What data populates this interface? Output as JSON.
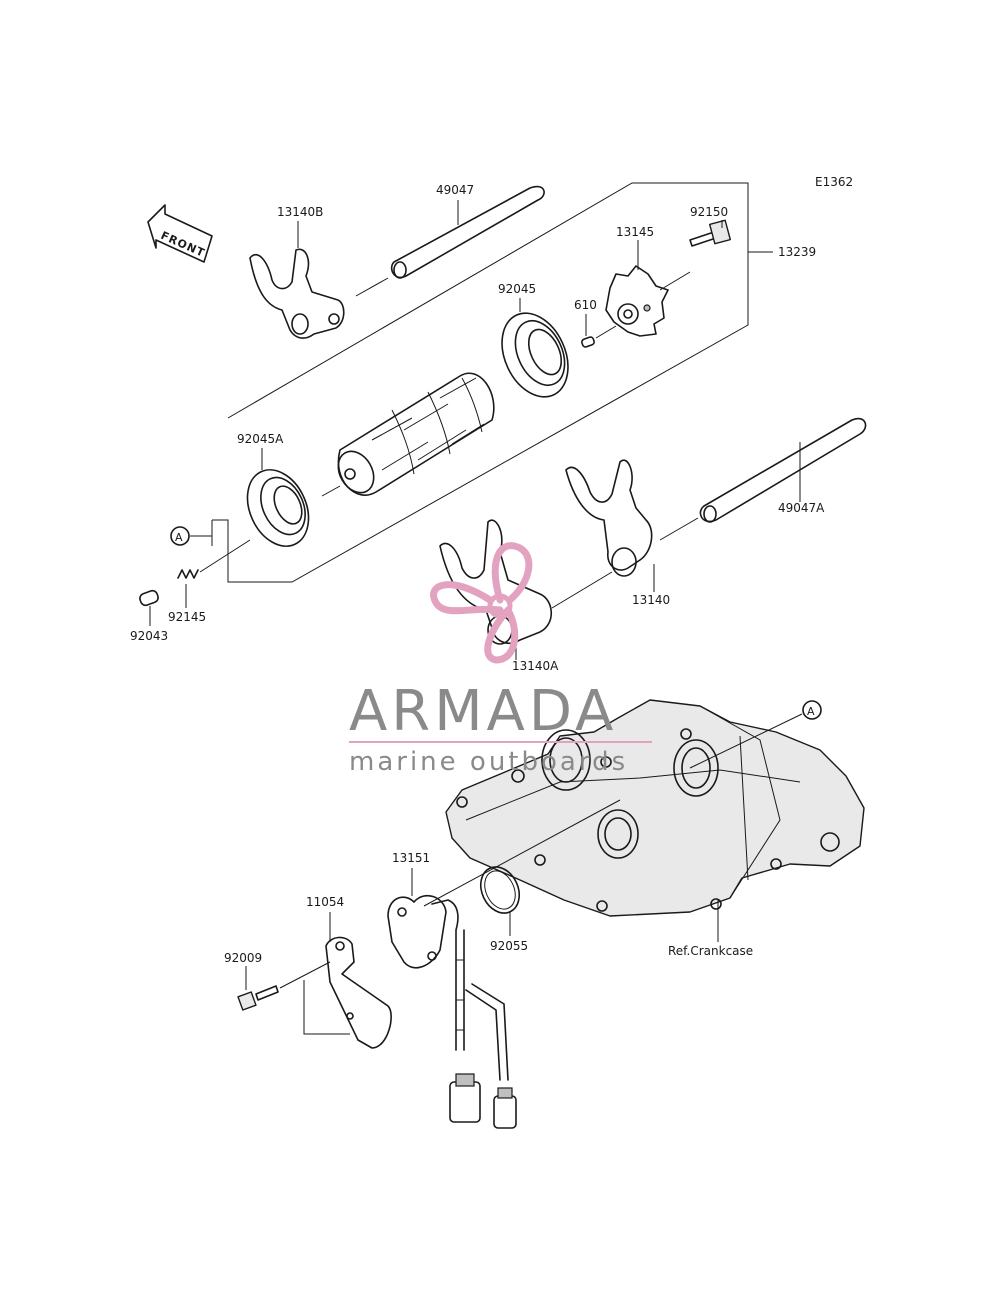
{
  "diagram": {
    "code": "E1362",
    "front_label": "FRONT",
    "ref_label": "Ref.Crankcase",
    "marker_label": "A",
    "parts": {
      "p13140B": "13140B",
      "p49047": "49047",
      "p13145": "13145",
      "p92150": "92150",
      "p13239": "13239",
      "p92045": "92045",
      "p610": "610",
      "p92045A": "92045A",
      "p92145": "92145",
      "p92043": "92043",
      "p49047A": "49047A",
      "p13140": "13140",
      "p13140A": "13140A",
      "p13151": "13151",
      "p11054": "11054",
      "p92009": "92009",
      "p92055": "92055"
    }
  },
  "watermark": {
    "brand": "ARMADA",
    "tagline": "marine outboards",
    "colors": {
      "brand": "#8a8a8a",
      "accent": "#e3a3c0"
    }
  }
}
